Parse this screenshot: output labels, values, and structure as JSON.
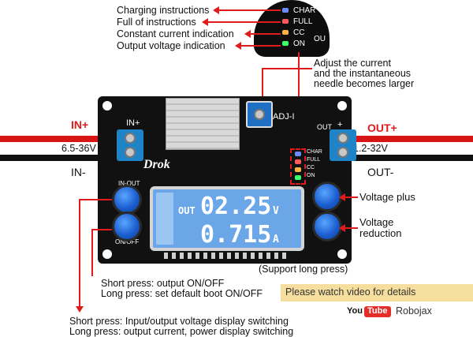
{
  "callouts": {
    "charging": "Charging instructions",
    "full": "Full of instructions",
    "constant_current": "Constant current indication",
    "output_voltage": "Output voltage indication",
    "adjust_current_1": "Adjust the current",
    "adjust_current_2": "and the instantaneous",
    "adjust_current_3": "needle becomes larger",
    "voltage_plus": "Voltage plus",
    "voltage_reduction_1": "Voltage",
    "voltage_reduction_2": "reduction",
    "support_long_press": "(Support long press)",
    "onoff_short": "Short press: output ON/OFF",
    "onoff_long": "Long press: set default boot ON/OFF",
    "inout_short": "Short press: Input/output voltage display switching",
    "inout_long": "Long press: output current, power display switching"
  },
  "board": {
    "in_plus": "IN+",
    "in_minus": "IN-",
    "in_range": "6.5-36V",
    "out_plus": "OUT+",
    "out_minus": "OUT-",
    "out_range": "1.2-32V",
    "silk_in_plus": "IN+",
    "silk_adj": "ADJ-I",
    "silk_out": "OUT",
    "silk_plus": "+",
    "silk_in_out": "IN-OUT",
    "silk_on_off": "ON/OFF",
    "brand": "Drok",
    "led_char": "CHAR",
    "led_full": "FULL",
    "led_cc": "CC",
    "led_on": "ON"
  },
  "zoom_leds": {
    "char": "CHAR",
    "full": "FULL",
    "cc": "CC",
    "on": "ON",
    "ou": "OU"
  },
  "lcd": {
    "mode": "OUT",
    "voltage": "02.25",
    "voltage_unit": "V",
    "current": "0.715",
    "current_unit": "A"
  },
  "banner": {
    "text": "Please watch video for details"
  },
  "watermark": {
    "you": "You",
    "tube": "Tube",
    "name": "Robojax"
  },
  "colors": {
    "accent_red": "#e01b1b",
    "board": "#111111",
    "terminal_blue": "#1f84c7",
    "lcd_blue": "#6aa6e8",
    "banner": "#f6df9e"
  }
}
